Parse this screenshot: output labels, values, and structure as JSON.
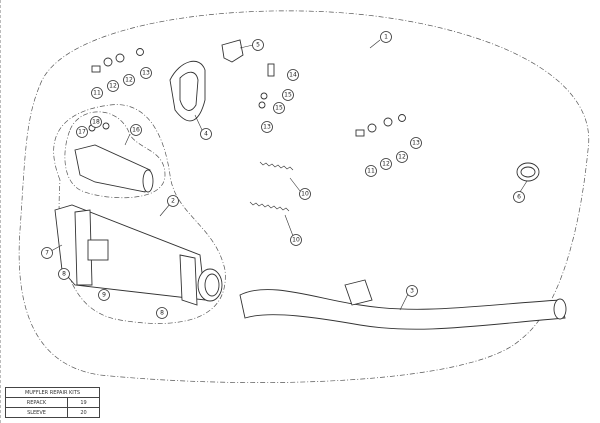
{
  "callouts": [
    {
      "num": "1"
    },
    {
      "num": "2"
    },
    {
      "num": "3"
    },
    {
      "num": "4"
    },
    {
      "num": "5"
    },
    {
      "num": "6"
    },
    {
      "num": "7"
    },
    {
      "num": "8"
    },
    {
      "num": "8"
    },
    {
      "num": "9"
    },
    {
      "num": "10"
    },
    {
      "num": "10"
    },
    {
      "num": "11"
    },
    {
      "num": "12"
    },
    {
      "num": "12"
    },
    {
      "num": "13"
    },
    {
      "num": "14"
    },
    {
      "num": "15"
    },
    {
      "num": "15"
    },
    {
      "num": "13"
    },
    {
      "num": "11"
    },
    {
      "num": "12"
    },
    {
      "num": "12"
    },
    {
      "num": "13"
    },
    {
      "num": "16"
    },
    {
      "num": "17"
    },
    {
      "num": "18"
    }
  ],
  "table": {
    "title": "MUFFLER REPAIR KITS",
    "rows": [
      {
        "label": "REPACK",
        "value": "19"
      },
      {
        "label": "SLEEVE",
        "value": "20"
      }
    ]
  }
}
